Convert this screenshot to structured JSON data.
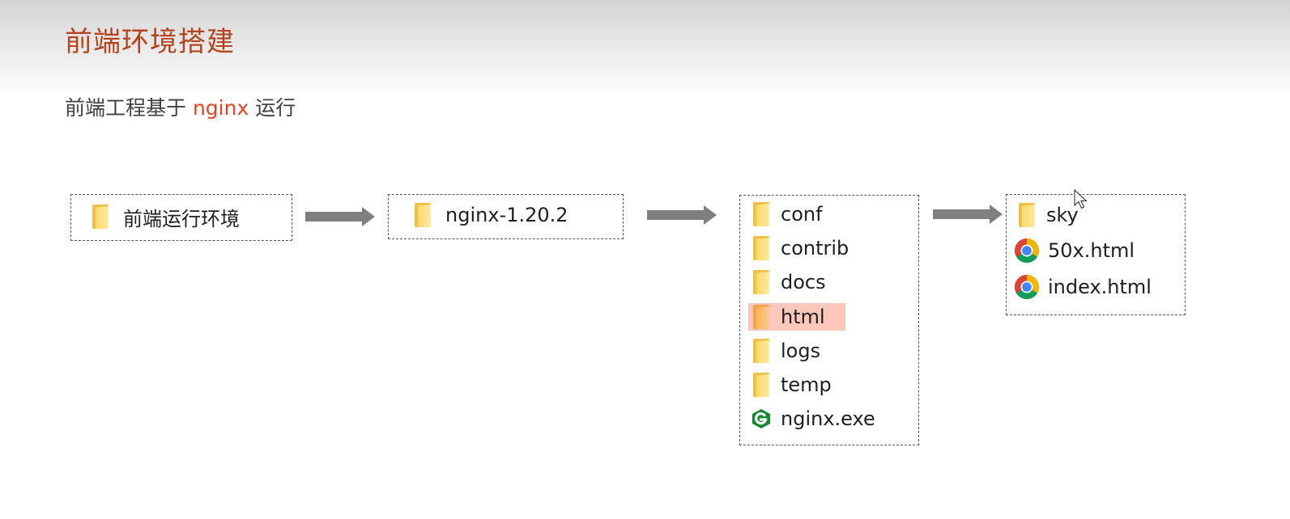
{
  "slide": {
    "title": "前端环境搭建",
    "subtitle_prefix": "前端工程基于 ",
    "subtitle_highlight": "nginx",
    "subtitle_suffix": " 运行"
  },
  "diagram": {
    "step1": {
      "icon": "folder-icon",
      "label": "前端运行环境"
    },
    "step2": {
      "icon": "folder-icon",
      "label": "nginx-1.20.2"
    },
    "step3": {
      "items": [
        {
          "icon": "folder-icon",
          "label": "conf"
        },
        {
          "icon": "folder-icon",
          "label": "contrib"
        },
        {
          "icon": "folder-icon",
          "label": "docs"
        },
        {
          "icon": "folder-icon",
          "label": "html",
          "highlighted": true
        },
        {
          "icon": "folder-icon",
          "label": "logs"
        },
        {
          "icon": "folder-icon",
          "label": "temp"
        },
        {
          "icon": "nginx-logo-icon",
          "label": "nginx.exe"
        }
      ]
    },
    "step4": {
      "items": [
        {
          "icon": "folder-icon",
          "label": "sky"
        },
        {
          "icon": "chrome-icon",
          "label": "50x.html"
        },
        {
          "icon": "chrome-icon",
          "label": "index.html"
        }
      ]
    }
  },
  "colors": {
    "title": "#b5441d",
    "highlight_text": "#e8431b",
    "highlight_bg": "#fbc7bb",
    "arrow": "#7f7f7f"
  }
}
